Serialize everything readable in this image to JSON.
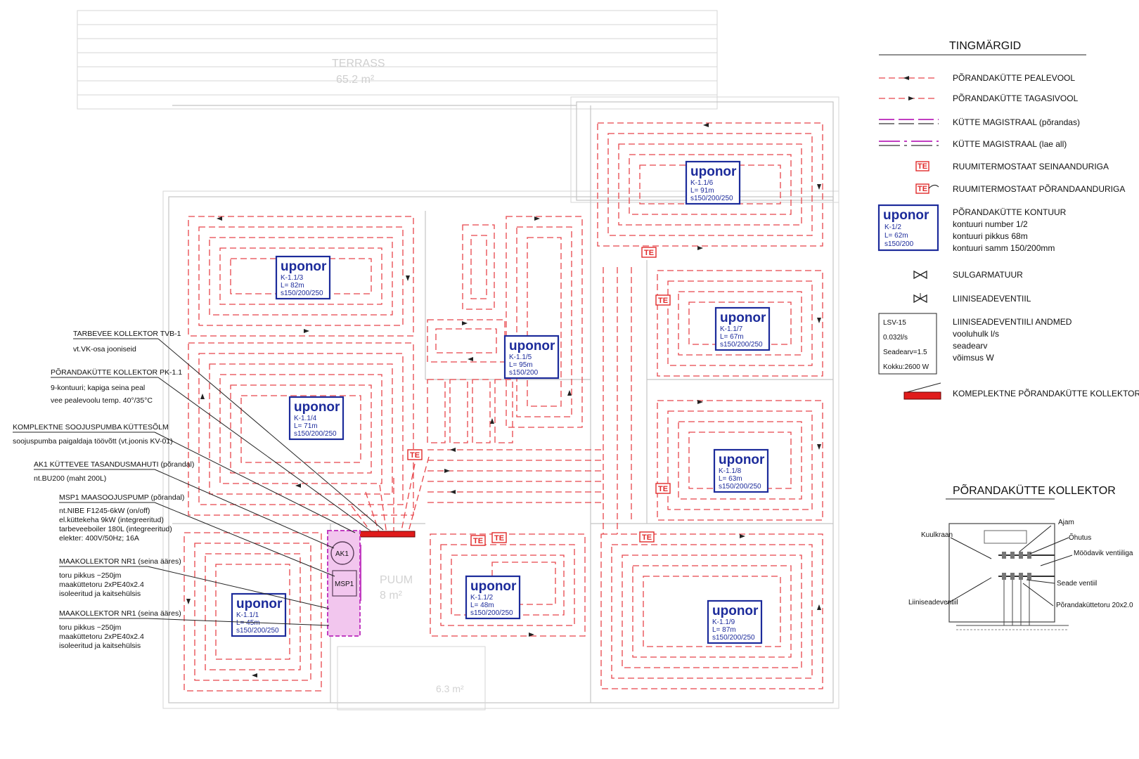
{
  "legend": {
    "title": "TINGMÄRGID",
    "items": [
      {
        "key": "supply",
        "label": "PÕRANDAKÜTTE PEALEVOOL"
      },
      {
        "key": "return",
        "label": "PÕRANDAKÜTTE TAGASIVOOL"
      },
      {
        "key": "main_floor",
        "label": "KÜTTE MAGISTRAAL (põrandas)"
      },
      {
        "key": "main_ceiling",
        "label": "KÜTTE MAGISTRAAL (lae all)"
      },
      {
        "key": "thermostat_wall",
        "label": "RUUMITERMOSTAAT SEINAANDURIGA"
      },
      {
        "key": "thermostat_floor",
        "label": "RUUMITERMOSTAAT PÕRANDAANDURIGA"
      },
      {
        "key": "valve_shut",
        "label": "SULGARMATUUR"
      },
      {
        "key": "valve_balance",
        "label": "LIINISEADEVENTIIL"
      },
      {
        "key": "collector",
        "label": "KOMEPLEKTNE PÕRANDAKÜTTE KOLLEKTOR"
      }
    ],
    "contour_sample": {
      "brand": "uponor",
      "id": "K-1/2",
      "length": "L= 62m",
      "spacing": "s150/200",
      "desc": [
        "PÕRANDAKÜTTE KONTUUR",
        "kontuuri number 1/2",
        "kontuuri pikkus 68m",
        "kontuuri samm 150/200mm"
      ]
    },
    "valve_data": {
      "box": [
        "LSV-15",
        "0.032l/s",
        "Seadearv=1.5",
        "Kokku:2600 W"
      ],
      "desc": [
        "LIINISEADEVENTIILI ANDMED",
        "vooluhulk l/s",
        "seadearv",
        "võimsus W"
      ]
    },
    "thermostat_symbol": "TE"
  },
  "collector_detail": {
    "title": "PÕRANDAKÜTTE KOLLEKTOR",
    "labels": [
      "Kuulkraan",
      "Ajam",
      "Õhutus",
      "Möödavik ventiiliga",
      "Seade ventiil",
      "Liiniseadeventiil",
      "Põrandaküttetoru 20x2.0"
    ]
  },
  "plan": {
    "room_labels": [
      "TERRASS",
      "65.2 m²",
      "PUUM",
      "8 m²",
      "6.3 m²"
    ],
    "contours": [
      {
        "id": "K-1.1/1",
        "length": "L= 45m",
        "spacing": "s150/200/250"
      },
      {
        "id": "K-1.1/2",
        "length": "L= 48m",
        "spacing": "s150/200/250"
      },
      {
        "id": "K-1.1/3",
        "length": "L= 82m",
        "spacing": "s150/200/250"
      },
      {
        "id": "K-1.1/4",
        "length": "L= 71m",
        "spacing": "s150/200/250"
      },
      {
        "id": "K-1.1/5",
        "length": "L= 95m",
        "spacing": "s150/200"
      },
      {
        "id": "K-1.1/6",
        "length": "L= 91m",
        "spacing": "s150/200/250"
      },
      {
        "id": "K-1.1/7",
        "length": "L= 67m",
        "spacing": "s150/200/250"
      },
      {
        "id": "K-1.1/8",
        "length": "L= 63m",
        "spacing": "s150/200/250"
      },
      {
        "id": "K-1.1/9",
        "length": "L= 87m",
        "spacing": "s150/200/250"
      }
    ],
    "contour_brand": "uponor",
    "equipment": [
      "AK1",
      "MSP1"
    ]
  },
  "annotations": [
    {
      "title": "TARBEVEE KOLLEKTOR TVB-1",
      "lines": [
        "vt.VK-osa jooniseid"
      ]
    },
    {
      "title": "PÕRANDAKÜTTE KOLLEKTOR PK-1.1",
      "lines": [
        "9-kontuuri; kapiga seina peal",
        "vee pealevoolu temp. 40°/35°C"
      ]
    },
    {
      "title": "KOMPLEKTNE SOOJUSPUMBA KÜTTESÕLM",
      "lines": [
        "soojuspumba paigaldaja töövõtt (vt.joonis KV-01)"
      ]
    },
    {
      "title": "AK1 KÜTTEVEE TASANDUSMAHUTI (põrandal)",
      "lines": [
        "nt.BU200 (maht 200L)"
      ]
    },
    {
      "title": "MSP1 MAASOOJUSPUMP (põrandal)",
      "lines": [
        "nt.NIBE F1245-6kW (on/off)",
        "el.küttekeha 9kW (integreeritud)",
        "tarbeveeboiler 180L (integreeritud)",
        "elekter: 400V/50Hz; 16A"
      ]
    },
    {
      "title": "MAAKOLLEKTOR NR1 (seina ääres)",
      "lines": [
        "toru pikkus ~250jm",
        "maaküttetoru 2xPE40x2.4",
        "isoleeritud ja kaitsehülsis"
      ]
    },
    {
      "title": "MAAKOLLEKTOR NR1 (seina ääres)",
      "lines": [
        "toru pikkus ~250jm",
        "maaküttetoru 2xPE40x2.4",
        "isoleeritud ja kaitsehülsis"
      ]
    }
  ],
  "colors": {
    "loop": "#e8454a",
    "brand": "#1c2b9b",
    "main": "#c23ec2",
    "collector": "#e01b1b"
  }
}
